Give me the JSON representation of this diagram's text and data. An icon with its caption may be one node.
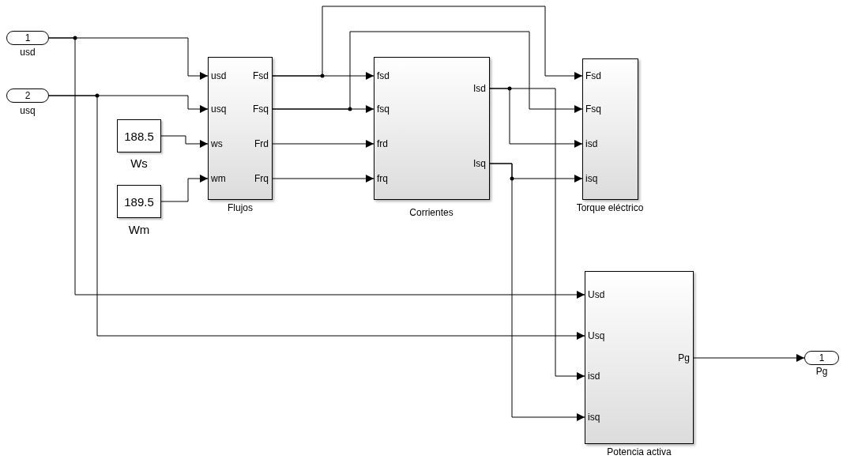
{
  "diagram": {
    "nodes": [
      {
        "text": [
          "1"
        ],
        "beside": [
          "usd"
        ]
      },
      {
        "text": [
          "2"
        ],
        "beside": [
          "usq"
        ]
      },
      {
        "text": [
          "188.5"
        ],
        "beside": [
          "Ws"
        ]
      },
      {
        "text": [
          "189.5"
        ],
        "beside": [
          "Wm"
        ]
      },
      {
        "text": [
          "usd",
          "usq",
          "ws",
          "wm",
          "Fsd",
          "Fsq",
          "Frd",
          "Frq"
        ],
        "beside": [
          "Flujos"
        ]
      },
      {
        "text": [
          "fsd",
          "fsq",
          "frd",
          "frq",
          "Isd",
          "Isq"
        ],
        "beside": [
          "Corrientes"
        ]
      },
      {
        "text": [
          "Fsd",
          "Fsq",
          "isd",
          "isq"
        ],
        "beside": [
          "Torque eléctrico"
        ]
      },
      {
        "text": [
          "Usd",
          "Usq",
          "isd",
          "isq",
          "Pg"
        ],
        "beside": [
          "Potencia activa"
        ]
      },
      {
        "text": [
          "1"
        ],
        "beside": [
          "Pg"
        ]
      }
    ],
    "edges": [
      {
        "from": 0,
        "to": 4,
        "arrow": "to"
      },
      {
        "from": 0,
        "to": 7,
        "arrow": "to"
      },
      {
        "from": 1,
        "to": 4,
        "arrow": "to"
      },
      {
        "from": 1,
        "to": 7,
        "arrow": "to"
      },
      {
        "from": 2,
        "to": 4,
        "arrow": "to"
      },
      {
        "from": 3,
        "to": 4,
        "arrow": "to"
      },
      {
        "from": 4,
        "to": 5,
        "arrow": "to"
      },
      {
        "from": 4,
        "to": 6,
        "arrow": "to"
      },
      {
        "from": 4,
        "to": 5,
        "arrow": "to"
      },
      {
        "from": 4,
        "to": 6,
        "arrow": "to"
      },
      {
        "from": 4,
        "to": 5,
        "arrow": "to"
      },
      {
        "from": 4,
        "to": 5,
        "arrow": "to"
      },
      {
        "from": 5,
        "to": 6,
        "arrow": "to"
      },
      {
        "from": 5,
        "to": 7,
        "arrow": "to"
      },
      {
        "from": 5,
        "to": 6,
        "arrow": "to"
      },
      {
        "from": 5,
        "to": 7,
        "arrow": "to"
      },
      {
        "from": 7,
        "to": 8,
        "arrow": "to"
      }
    ]
  }
}
